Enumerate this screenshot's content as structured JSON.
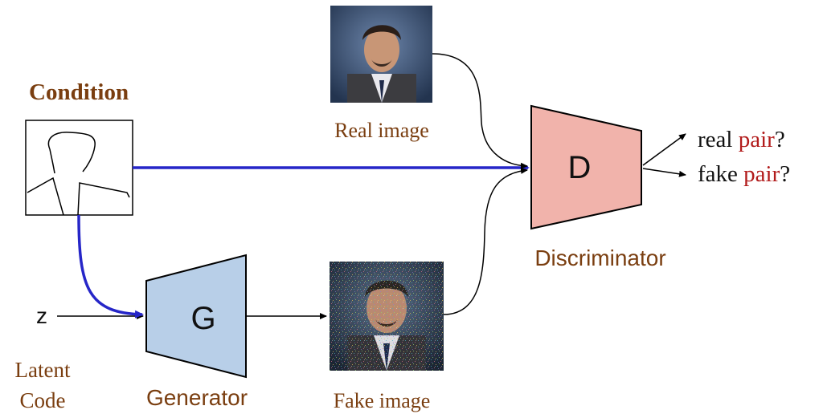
{
  "labels": {
    "condition": "Condition",
    "real_image": "Real image",
    "fake_image": "Fake image",
    "latent_line1": "Latent",
    "latent_line2": "Code",
    "z": "z",
    "generator_symbol": "G",
    "generator": "Generator",
    "discriminator_symbol": "D",
    "discriminator": "Discriminator",
    "out_real_prefix": "real ",
    "out_fake_prefix": "fake ",
    "out_pair": "pair",
    "out_q": "?"
  },
  "colors": {
    "brown_label": "#7a3e10",
    "generator_fill": "#b8cfe8",
    "discriminator_fill": "#f1b3ab",
    "blue_arrow": "#2626c8",
    "pair_red": "#b21c1c"
  }
}
